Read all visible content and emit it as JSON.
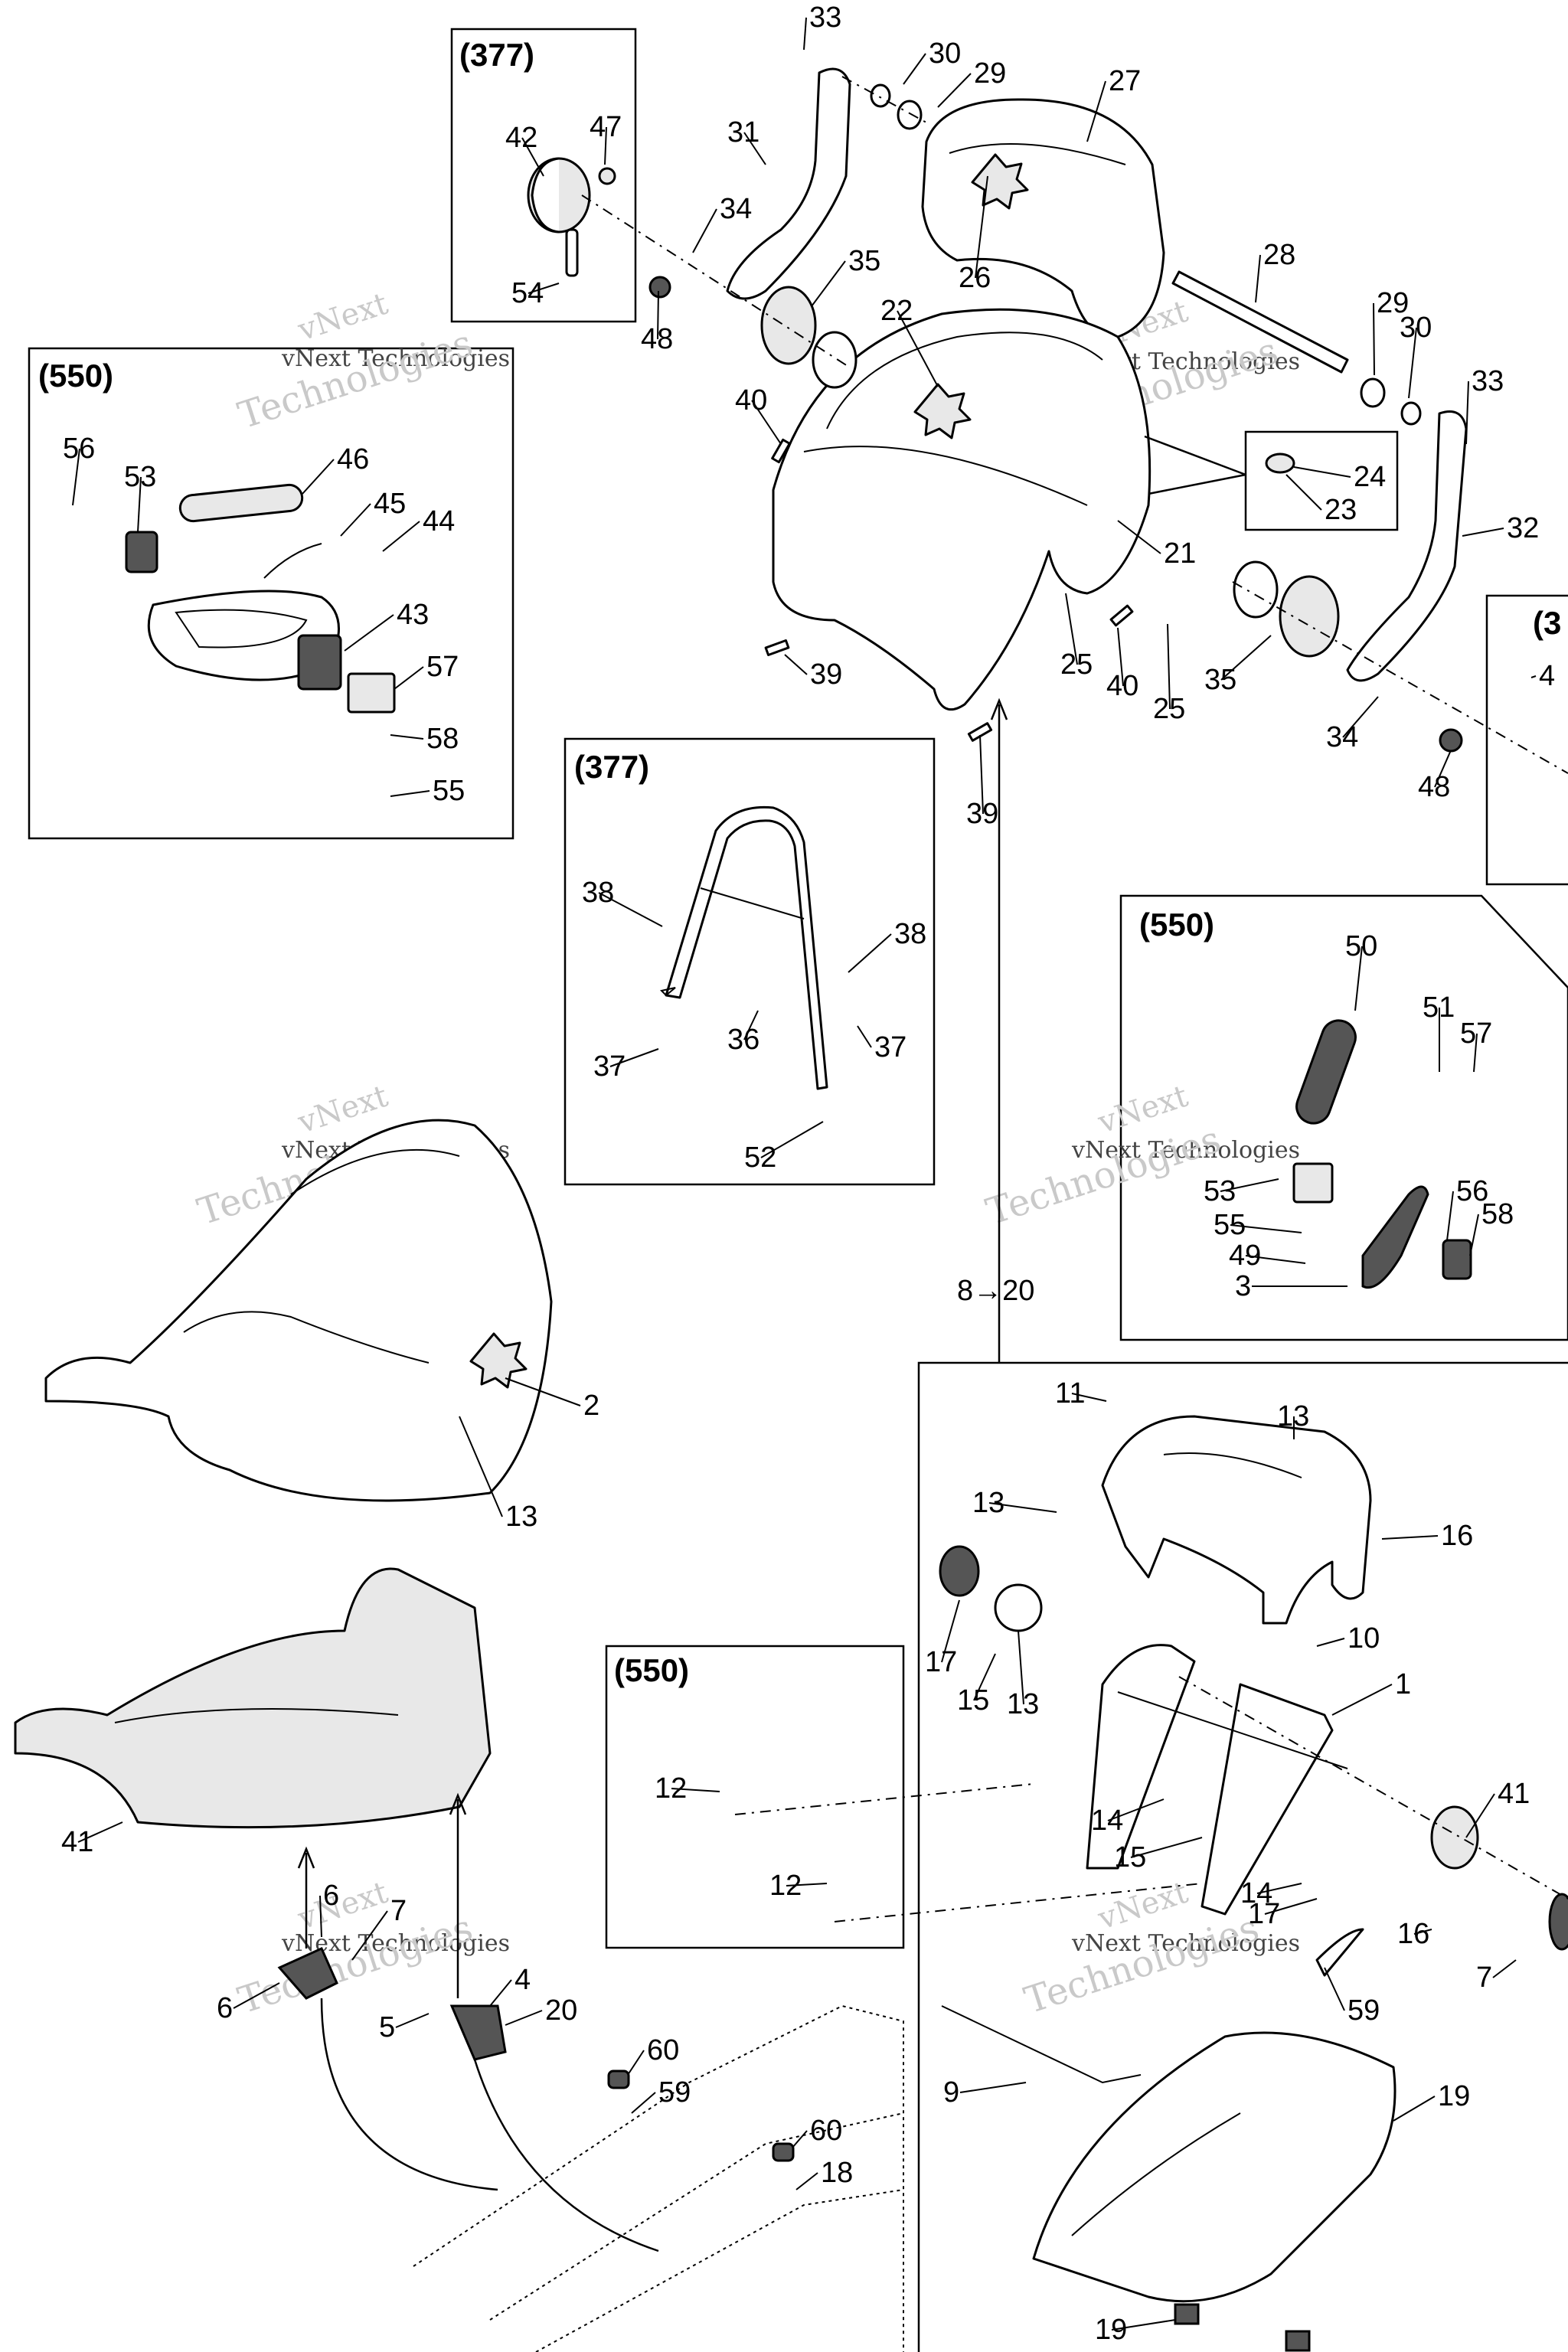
{
  "watermark": {
    "line1": "vNext",
    "line2": "vNext Technologies",
    "line3": "Technologies"
  },
  "groups": {
    "g377_top": "(377)",
    "g550_left": "(550)",
    "g377_mid": "(377)",
    "g550_right": "(550)",
    "g550_bottom": "(550)",
    "g3_clipped": "(3"
  },
  "reference": {
    "arrow_label": "8→20"
  },
  "callouts": [
    "33",
    "30",
    "29",
    "27",
    "31",
    "42",
    "47",
    "34",
    "35",
    "54",
    "48",
    "22",
    "26",
    "28",
    "29",
    "30",
    "33",
    "56",
    "53",
    "46",
    "45",
    "44",
    "43",
    "57",
    "58",
    "55",
    "40",
    "21",
    "24",
    "23",
    "32",
    "25",
    "39",
    "25",
    "40",
    "35",
    "34",
    "48",
    "4",
    "39",
    "38",
    "38",
    "36",
    "37",
    "37",
    "52",
    "50",
    "51",
    "57",
    "53",
    "56",
    "58",
    "55",
    "49",
    "3",
    "2",
    "13",
    "11",
    "13",
    "13",
    "16",
    "17",
    "15",
    "13",
    "10",
    "1",
    "41",
    "12",
    "14",
    "15",
    "41",
    "12",
    "14",
    "17",
    "16",
    "7",
    "6",
    "7",
    "4",
    "6",
    "5",
    "20",
    "59",
    "60",
    "59",
    "60",
    "18",
    "9",
    "19",
    "19"
  ]
}
